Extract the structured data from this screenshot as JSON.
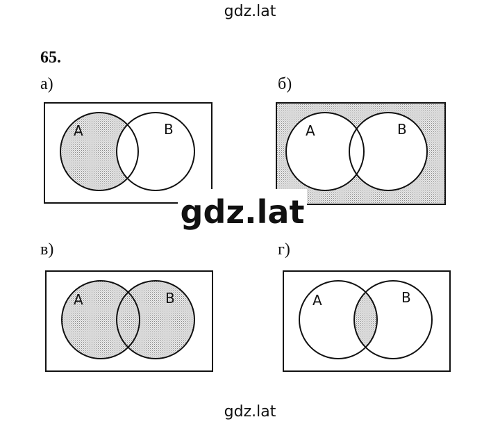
{
  "watermarks": {
    "top": "gdz.lat",
    "center": "gdz.lat",
    "bottom": "gdz.lat"
  },
  "exercise_number": "65.",
  "parts": [
    {
      "label": "а)",
      "set_a": "A",
      "set_b": "B",
      "shaded": "A only (A \\ B)"
    },
    {
      "label": "б)",
      "set_a": "A",
      "set_b": "B",
      "shaded": "outside A and B"
    },
    {
      "label": "в)",
      "set_a": "A",
      "set_b": "B",
      "shaded": "A and B (A ∪ B)"
    },
    {
      "label": "г)",
      "set_a": "A",
      "set_b": "B",
      "shaded": "intersection (A ∩ B)"
    }
  ]
}
